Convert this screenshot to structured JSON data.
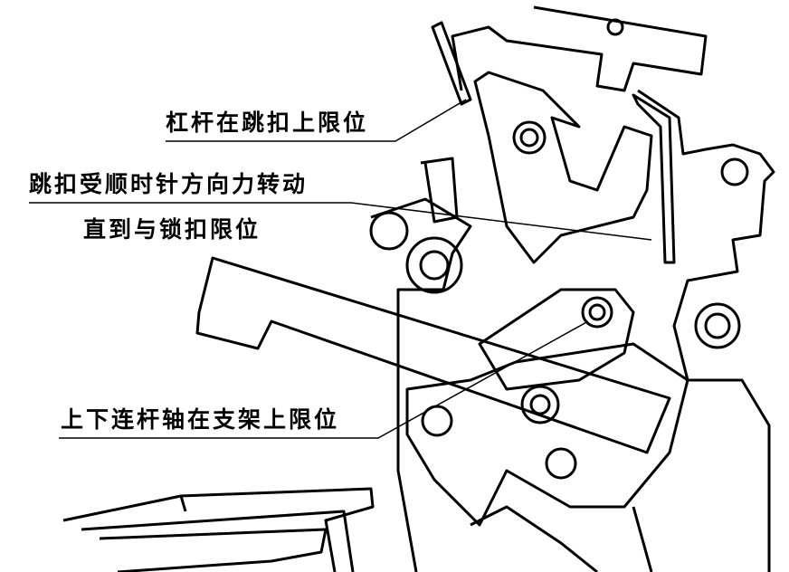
{
  "labels": {
    "lever_limit": "杠杆在跳扣上限位",
    "trip_rotate_line1": "跳扣受顺时针方向力转动",
    "trip_rotate_line2": "直到与锁扣限位",
    "link_shaft_limit": "上下连杆轴在支架上限位"
  },
  "colors": {
    "line": "#000000",
    "background": "#ffffff"
  }
}
